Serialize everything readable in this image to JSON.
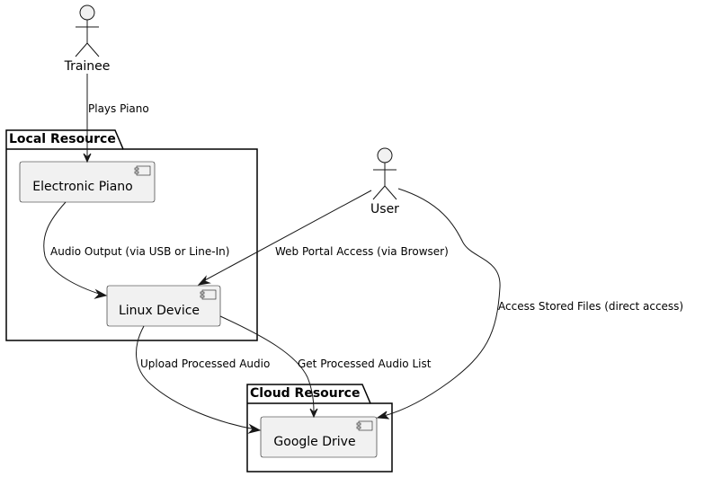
{
  "actors": {
    "trainee": "Trainee",
    "user": "User"
  },
  "packages": {
    "local": "Local Resource",
    "cloud": "Cloud Resource"
  },
  "components": {
    "piano": "Electronic Piano",
    "linux": "Linux Device",
    "drive": "Google Drive"
  },
  "edges": {
    "plays": "Plays Piano",
    "audio_out": "Audio Output (via USB or Line-In)",
    "web_portal": "Web Portal Access (via Browser)",
    "access_files": "Access Stored Files (direct access)",
    "upload": "Upload Processed Audio",
    "get_list": "Get Processed Audio List"
  }
}
